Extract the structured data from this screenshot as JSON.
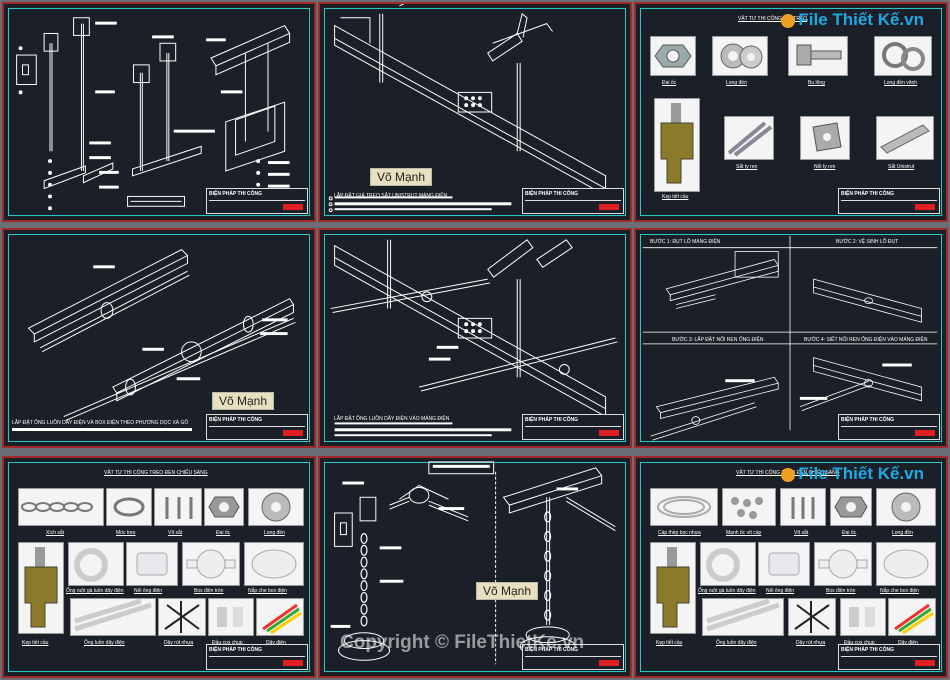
{
  "title_block_label": "BIỆN PHÁP THI CÔNG",
  "author_stamp": "Võ Mạnh",
  "brand": "File Thiết Kế.vn",
  "watermark": "Copyright © FileThietKe.vn",
  "sheet2": {
    "caption": "LẮP ĐẶT GIÁ TREO SẮT UNISTRUT MÁNG ĐIỆN"
  },
  "sheet3": {
    "heading": "VẬT TƯ THI CÔNG GIÁ TREO",
    "items": [
      "Đai ốc",
      "Long đền",
      "Bu lông",
      "Long đền vênh",
      "Kẹp tiết cầu",
      "Sắt ty ren",
      "Nối ty ren",
      "Sắt Unistrut"
    ]
  },
  "sheet4": {
    "caption": "LẮP ĐẶT ỐNG LUỒN DÂY ĐIỆN VÀ BOX ĐIỆN THEO PHƯƠNG DỌC XÀ GỒ"
  },
  "sheet5": {
    "caption": "LẮP ĐẶT ỐNG LUỒN DÂY ĐIỆN VÀO MÁNG ĐIỆN"
  },
  "sheet6": {
    "steps": [
      "BƯỚC 1: ĐỤT LỖ MÁNG ĐIỆN",
      "BƯỚC 2: VỆ SINH LỖ ĐỤT",
      "BƯỚC 3: LẮP ĐẶT NỐI REN ỐNG ĐIỆN",
      "BƯỚC 4: SIẾT NỐI REN ỐNG ĐIỆN VÀO MÁNG ĐIỆN"
    ]
  },
  "sheet7": {
    "heading": "VẬT TƯ THI CÔNG TREO ĐÈN CHIẾU SÁNG",
    "items": [
      "Xích sắt",
      "Móc treo",
      "Vít sắt",
      "Đai ốc",
      "Long đền",
      "Kẹp tiết cầu",
      "Ống ruột gà luồn dây điện",
      "Nối ống điện",
      "Box điện tròn",
      "Nắp che box điện",
      "Ống luồn dây điện",
      "Dây rút nhựa",
      "Đầu cos chụp",
      "Dây điện"
    ]
  },
  "sheet9": {
    "heading": "VẬT TƯ THI CÔNG TREO ĐÈN CHIẾU SÁNG",
    "items": [
      "Cáp thép bọc nhựa",
      "Mạnh ốc vít cáp",
      "Vít sắt",
      "Đai ốc",
      "Long đền",
      "Kẹp tiết cầu",
      "Ống ruột gà luồn dây điện",
      "Nối ống điện",
      "Box điện tròn",
      "Nắp che box điện",
      "Ống luồn dây điện",
      "Dây rút nhựa",
      "Đầu cos chụp",
      "Dây điện"
    ]
  },
  "colors": {
    "background": "#1b1f27",
    "frame": "#2cc6c6",
    "sheet_border": "#a02a2a",
    "accent_red": "#e02020",
    "brand": "#1ca9e6"
  }
}
